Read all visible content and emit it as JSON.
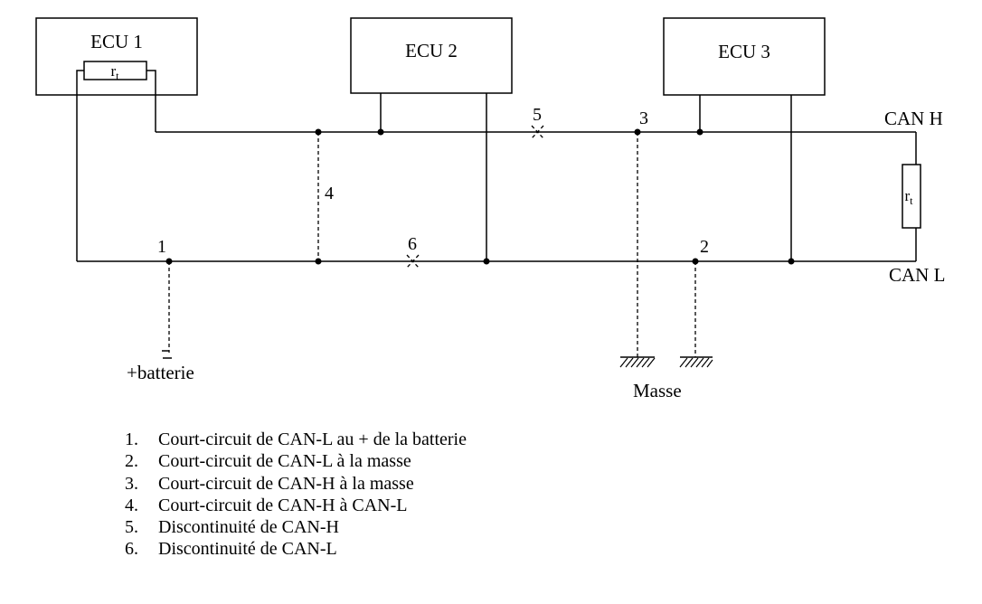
{
  "ecus": [
    {
      "label": "ECU 1",
      "resistor": "r",
      "resistor_sub": "t"
    },
    {
      "label": "ECU 2"
    },
    {
      "label": "ECU 3"
    }
  ],
  "bus": {
    "can_h_label": "CAN H",
    "can_l_label": "CAN L",
    "termination": {
      "label": "r",
      "sub": "t"
    }
  },
  "supply": {
    "battery_label": "+batterie",
    "ground_label": "Masse"
  },
  "fault_markers": [
    "1",
    "2",
    "3",
    "4",
    "5",
    "6"
  ],
  "legend": [
    {
      "num": "1.",
      "text": "Court-circuit de CAN-L au + de la batterie"
    },
    {
      "num": "2.",
      "text": "Court-circuit de CAN-L à la masse"
    },
    {
      "num": "3.",
      "text": "Court-circuit de CAN-H à la masse"
    },
    {
      "num": "4.",
      "text": "Court-circuit de CAN-H à CAN-L"
    },
    {
      "num": "5.",
      "text": "Discontinuité de CAN-H"
    },
    {
      "num": "6.",
      "text": "Discontinuité de CAN-L"
    }
  ]
}
